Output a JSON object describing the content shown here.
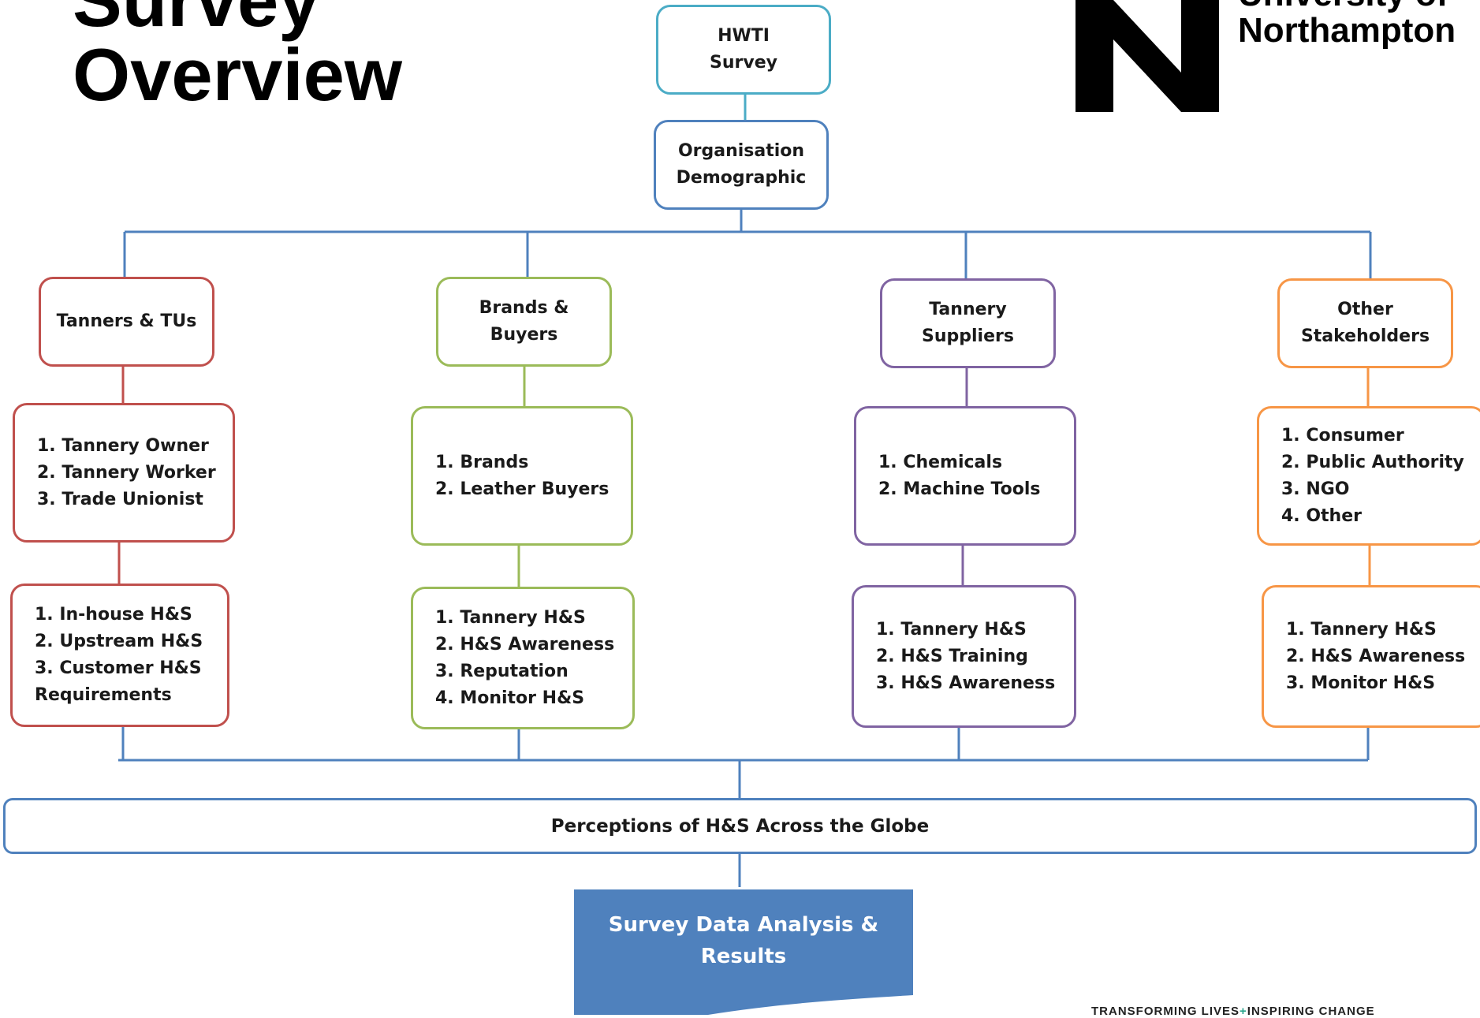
{
  "title_lines": [
    "Survey",
    "Overview"
  ],
  "logo": {
    "line1": "University of",
    "line2": "Northampton"
  },
  "tagline": {
    "left": "TRANSFORMING LIVES",
    "plus": "+",
    "right": "INSPIRING CHANGE"
  },
  "root": {
    "line1": "HWTI",
    "line2": "Survey"
  },
  "demographic": {
    "line1": "Organisation",
    "line2": "Demographic"
  },
  "columns": [
    {
      "header": [
        "Tanners & TUs"
      ],
      "roles": [
        "1. Tannery Owner",
        "2. Tannery Worker",
        "3. Trade Unionist"
      ],
      "topics": [
        "1. In-house H&S",
        "2. Upstream H&S",
        "3. Customer H&S",
        "Requirements"
      ]
    },
    {
      "header": [
        "Brands &",
        "Buyers"
      ],
      "roles": [
        "1. Brands",
        "2. Leather Buyers"
      ],
      "topics": [
        "1. Tannery H&S",
        "2. H&S Awareness",
        "3. Reputation",
        "4. Monitor H&S"
      ]
    },
    {
      "header": [
        "Tannery",
        "Suppliers"
      ],
      "roles": [
        "1. Chemicals",
        "2. Machine Tools"
      ],
      "topics": [
        "1. Tannery H&S",
        "2. H&S Training",
        "3. H&S Awareness"
      ]
    },
    {
      "header": [
        "Other",
        "Stakeholders"
      ],
      "roles": [
        "1. Consumer",
        "2. Public Authority",
        "3. NGO",
        "4. Other"
      ],
      "topics": [
        "1. Tannery H&S",
        "2. H&S Awareness",
        "3. Monitor H&S"
      ]
    }
  ],
  "perceptions": "Perceptions of H&S Across the Globe",
  "results": {
    "line1": "Survey Data Analysis &",
    "line2": "Results"
  },
  "colors": {
    "teal": "#4bacc6",
    "blue": "#4f81bd",
    "red": "#c0504d",
    "green": "#9bbb59",
    "purple": "#8064a2",
    "orange": "#f79646",
    "result_fill": "#4f81bd"
  }
}
